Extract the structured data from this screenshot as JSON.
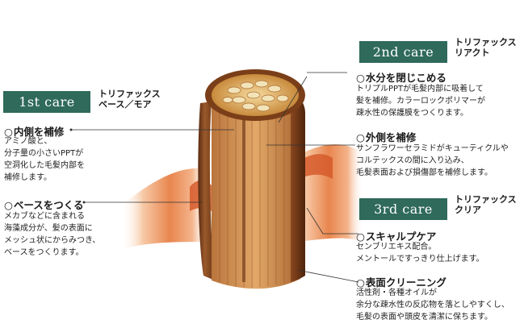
{
  "cares": {
    "first": {
      "label": "1st care",
      "product": [
        "トリファックス",
        "ベース／モア"
      ],
      "sections": [
        {
          "title": "内側を補修",
          "lines": [
            "アミノ酸と、",
            "分子量の小さいPPTが",
            "空洞化した毛髪内部を",
            "補修します。"
          ]
        },
        {
          "title": "ベースをつくる",
          "lines": [
            "メカブなどに含まれる",
            "海藻成分が、髪の表面に",
            "メッシュ状にからみつき、",
            "ベースをつくります。"
          ]
        }
      ]
    },
    "second": {
      "label": "2nd care",
      "product": [
        "トリファックス",
        "リアクト"
      ],
      "sections": [
        {
          "title": "水分を閉じこめる",
          "lines": [
            "トリプルPPTが毛髪内部に吸着して",
            "髪を補修。カラーロックポリマーが",
            "疎水性の保護膜をつくります。"
          ]
        },
        {
          "title": "外側を補修",
          "lines": [
            "サンフラワーセラミドがキューティクルや",
            "コルテックスの間に入り込み、",
            "毛髪表面および損傷部を補修します。"
          ]
        }
      ]
    },
    "third": {
      "label": "3rd care",
      "product": [
        "トリファックス",
        "クリア"
      ],
      "sections": [
        {
          "title": "スキャルプケア",
          "lines": [
            "センブリエキス配合。",
            "メントールですっきり仕上げます。"
          ]
        },
        {
          "title": "表面クリーニング",
          "lines": [
            "活性剤・各種オイルが",
            "余分な疎水性の反応物を落としやすくし、",
            "毛髪の表面や頭皮を清潔に保ちます。"
          ]
        }
      ]
    }
  },
  "bullet_mark": "○",
  "colors": {
    "care_box": "#2f6a5a",
    "callout_line": "#333333",
    "hair_cuticle": "#8a4a22",
    "hair_cortex": "#c8894d",
    "scalp": "#e8864f"
  }
}
